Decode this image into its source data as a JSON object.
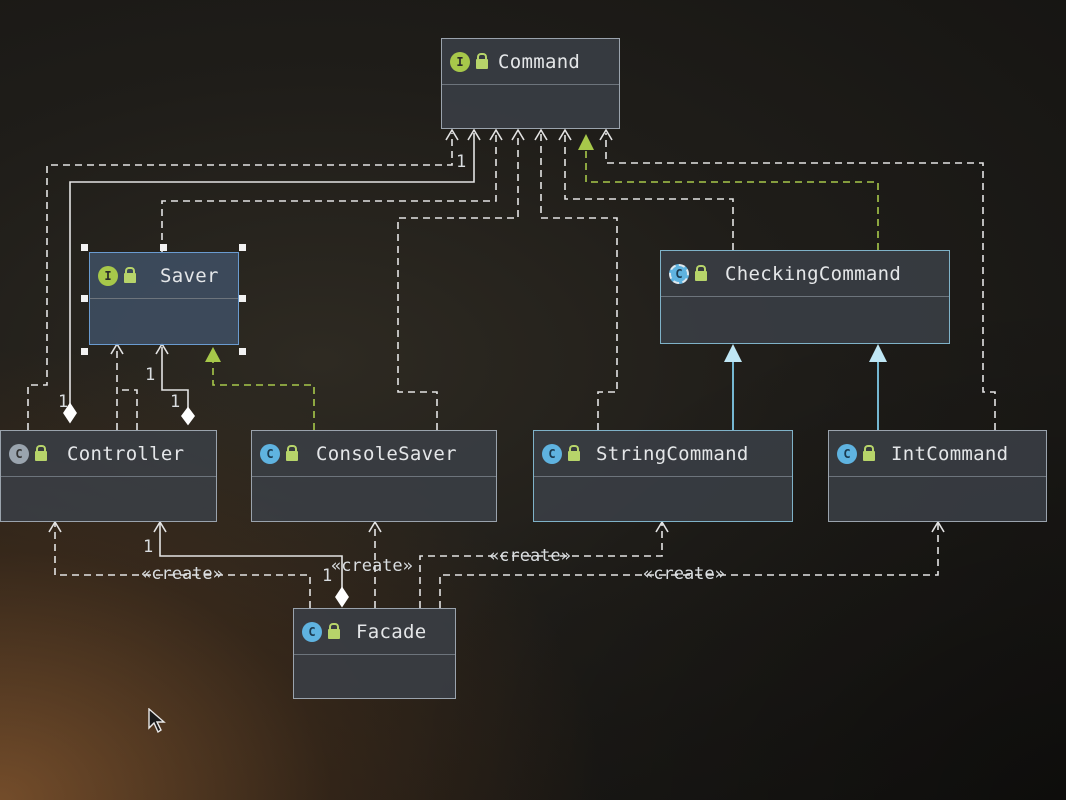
{
  "colors": {
    "line": "#e3e3e3",
    "realization": "#a7c84a",
    "generalization": "#7fc9e6",
    "selection": "#6a9bd0"
  },
  "nodes": {
    "command": {
      "name": "Command",
      "badge": "I",
      "kind": "interface"
    },
    "saver": {
      "name": "Saver",
      "badge": "I",
      "kind": "interface",
      "selected": true
    },
    "checking_command": {
      "name": "CheckingCommand",
      "badge": "C",
      "kind": "abstract-class"
    },
    "controller": {
      "name": "Controller",
      "badge": "C",
      "kind": "class"
    },
    "console_saver": {
      "name": "ConsoleSaver",
      "badge": "C",
      "kind": "class"
    },
    "string_command": {
      "name": "StringCommand",
      "badge": "C",
      "kind": "class"
    },
    "int_command": {
      "name": "IntCommand",
      "badge": "C",
      "kind": "class"
    },
    "facade": {
      "name": "Facade",
      "badge": "C",
      "kind": "class"
    }
  },
  "labels": {
    "mult_command": "1",
    "mult_saver_a": "1",
    "mult_saver_b": "1",
    "mult_controller_side": "1",
    "mult_facade_controller": "1",
    "mult_facade_side": "1",
    "create_controller": "«create»",
    "create_console_saver": "«create»",
    "create_string_command": "«create»",
    "create_int_command": "«create»"
  }
}
